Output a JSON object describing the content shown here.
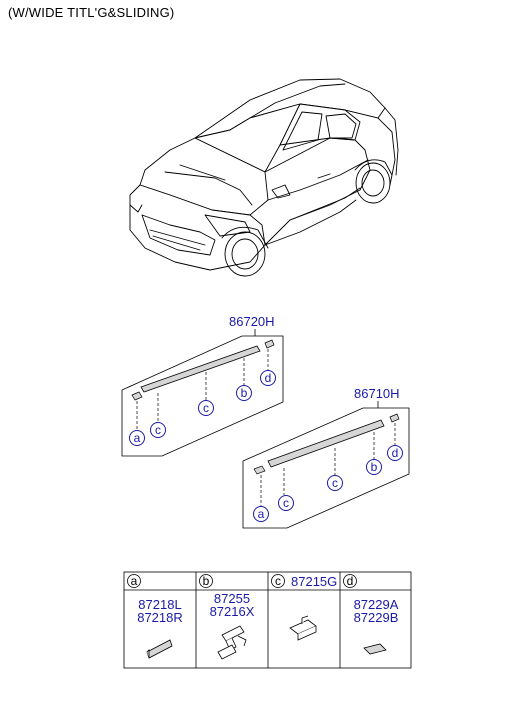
{
  "header": {
    "caption": "(W/WIDE TITL'G&SLIDING)"
  },
  "assemblies": [
    {
      "part_no": "86720H",
      "letters": [
        "a",
        "c",
        "c",
        "b",
        "d"
      ]
    },
    {
      "part_no": "86710H",
      "letters": [
        "a",
        "c",
        "c",
        "b",
        "d"
      ]
    }
  ],
  "legend": [
    {
      "letter": "a",
      "parts": [
        "87218L",
        "87218R"
      ]
    },
    {
      "letter": "b",
      "parts": [
        "87255",
        "87216X"
      ]
    },
    {
      "letter": "c",
      "parts": [
        "87215G"
      ]
    },
    {
      "letter": "d",
      "parts": [
        "87229A",
        "87229B"
      ]
    }
  ],
  "colors": {
    "part_number": "#1a1aa8",
    "line": "#000000",
    "strip_fill": "#d6d6d6"
  }
}
